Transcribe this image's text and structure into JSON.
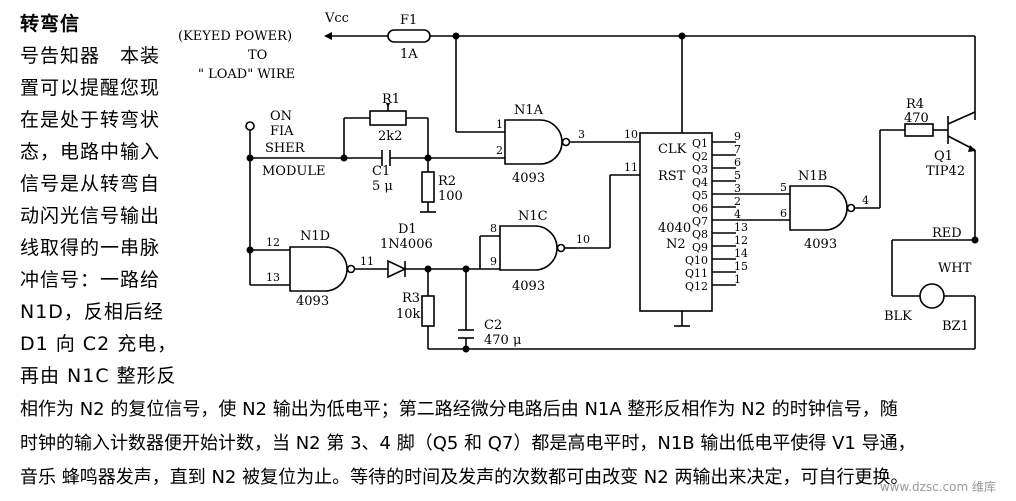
{
  "side_text": {
    "title": "转弯信",
    "lines": [
      "号告知器　本装",
      "置可以提醒您现",
      "在是处于转弯状",
      "态，电路中输入",
      "信号是从转弯自",
      "动闪光信号输出",
      "线取得的一串脉",
      "冲信号：一路给",
      "N1D，反相后经",
      "D1 向 C2 充电，",
      "再由 N1C 整形反"
    ]
  },
  "bottom_text": {
    "lines": [
      "相作为 N2 的复位信号，使 N2 输出为低电平；第二路经微分电路后由 N1A 整形反相作为 N2 的时钟信号，随",
      "时钟的输入计数器便开始计数，当 N2 第 3、4 脚（Q5 和 Q7）都是高电平时，N1B 输出低电平使得 V1 导通，",
      "音乐 蜂鸣器发声，直到 N2 被复位为止。等待的时间及发声的次数都可由改变 N2 两输出来决定，可自行更换。"
    ]
  },
  "schematic": {
    "keyed_power": "(KEYED POWER)",
    "to": "TO",
    "load_wire": "\" LOAD\" WIRE",
    "vcc": "Vcc",
    "f1": "F1",
    "f1_value": "1A",
    "r1": "R1",
    "r1_value": "2k2",
    "c1": "C1",
    "c1_value": "5 μ",
    "r2": "R2",
    "r2_value": "100",
    "module_lines": [
      "ON",
      "FIA",
      "SHER",
      "MODULE"
    ],
    "n1a": "N1A",
    "n1a_part": "4093",
    "n1b": "N1B",
    "n1b_part": "4093",
    "n1c": "N1C",
    "n1c_part": "4093",
    "n1d": "N1D",
    "n1d_part": "4093",
    "d1": "D1",
    "d1_part": "1N4006",
    "r3": "R3",
    "r3_value": "10k",
    "c2": "C2",
    "c2_value": "470 μ",
    "n2_part": "4040",
    "n2": "N2",
    "clk": "CLK",
    "rst": "RST",
    "outputs": [
      "Q1",
      "Q2",
      "Q3",
      "Q4",
      "Q5",
      "Q6",
      "Q7",
      "Q8",
      "Q9",
      "Q10",
      "Q11",
      "Q12"
    ],
    "output_pins": [
      "9",
      "7",
      "6",
      "5",
      "3",
      "2",
      "4",
      "13",
      "12",
      "14",
      "15",
      "1"
    ],
    "r4": "R4",
    "r4_value": "470",
    "q1": "Q1",
    "q1_part": "TIP42",
    "red": "RED",
    "wht": "WHT",
    "blk": "BLK",
    "bz1": "BZ1",
    "pins": {
      "n1a_in1": "1",
      "n1a_in2": "2",
      "n1a_out": "3",
      "n2_clk": "10",
      "n2_rst": "11",
      "n1b_in1": "5",
      "n1b_in2": "6",
      "n1b_out": "4",
      "n1c_in1": "8",
      "n1c_in2": "9",
      "n1c_out": "10",
      "n1d_in1": "12",
      "n1d_in2": "13",
      "n1d_out": "11"
    }
  },
  "watermark": "www.dzsc.com 维库"
}
